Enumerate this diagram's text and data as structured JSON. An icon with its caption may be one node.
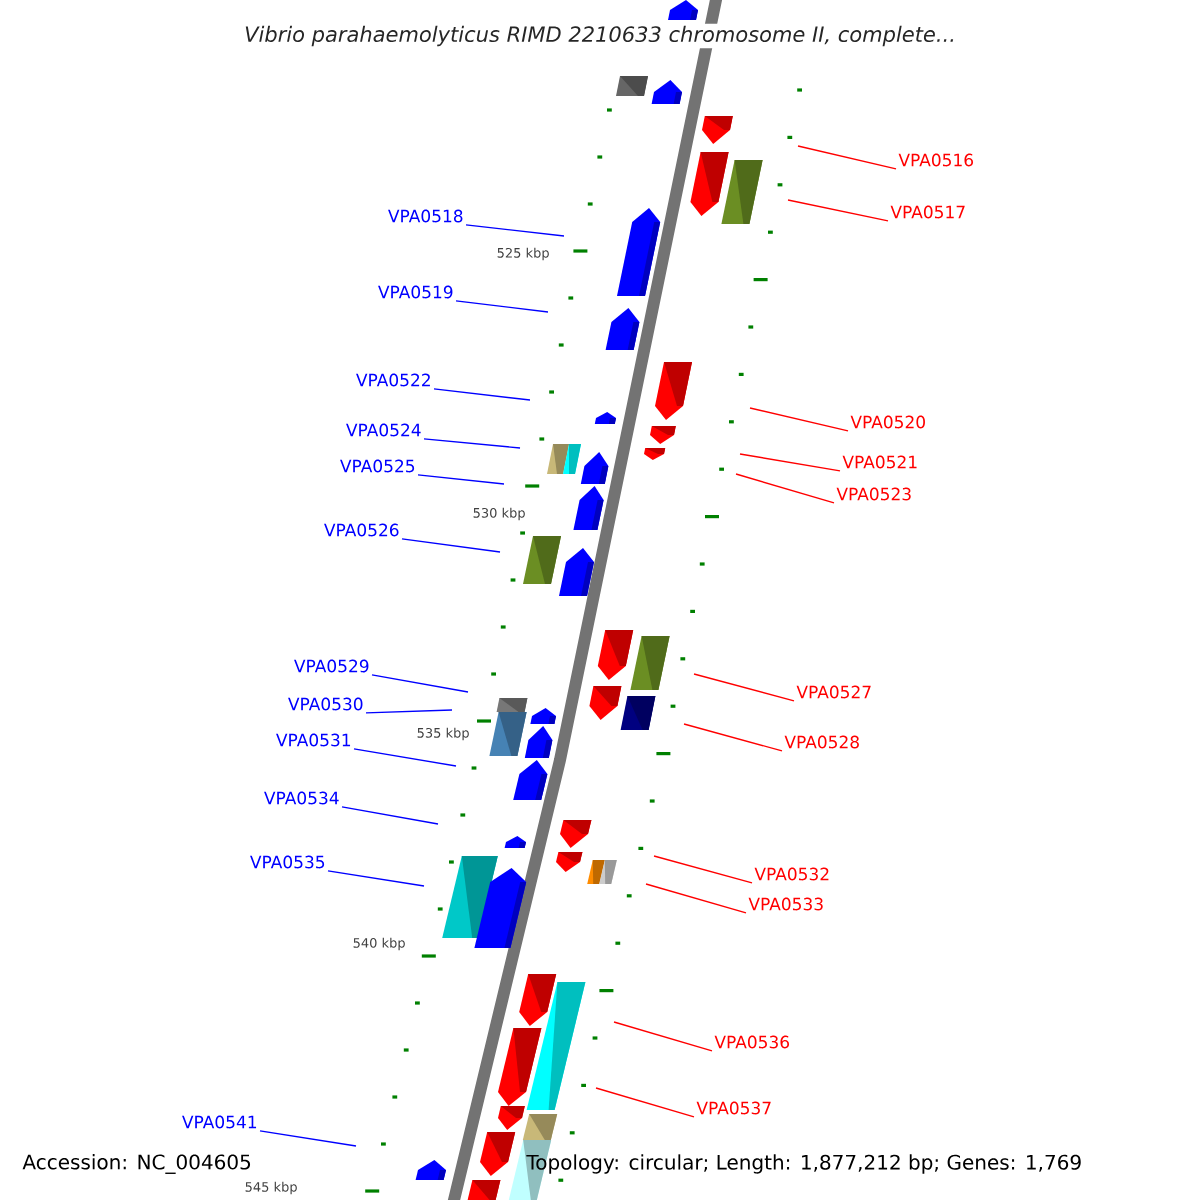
{
  "diagram": {
    "title": "Vibrio parahaemolyticus RIMD 2210633 chromosome II, complete...",
    "nodes": [
      {
        "text": [
          "VPA0516"
        ]
      },
      {
        "text": [
          "VPA0517"
        ]
      },
      {
        "text": [
          "VPA0518"
        ]
      },
      {
        "text": [
          "VPA0519"
        ]
      },
      {
        "text": [
          "VPA0522"
        ]
      },
      {
        "text": [
          "VPA0520"
        ]
      },
      {
        "text": [
          "VPA0524"
        ]
      },
      {
        "text": [
          "VPA0521"
        ]
      },
      {
        "text": [
          "VPA0525"
        ]
      },
      {
        "text": [
          "VPA0523"
        ]
      },
      {
        "text": [
          "VPA0526"
        ]
      },
      {
        "text": [
          "VPA0529"
        ]
      },
      {
        "text": [
          "VPA0527"
        ]
      },
      {
        "text": [
          "VPA0530"
        ]
      },
      {
        "text": [
          "VPA0531"
        ]
      },
      {
        "text": [
          "VPA0528"
        ]
      },
      {
        "text": [
          "VPA0534"
        ]
      },
      {
        "text": [
          "VPA0535"
        ]
      },
      {
        "text": [
          "VPA0532"
        ]
      },
      {
        "text": [
          "VPA0533"
        ]
      },
      {
        "text": [
          "VPA0536"
        ]
      },
      {
        "text": [
          "VPA0537"
        ]
      },
      {
        "text": [
          "VPA0541"
        ]
      }
    ],
    "edges": [
      {
        "from": 0,
        "to": null,
        "arrow": "none",
        "color": "#ff0000"
      },
      {
        "from": 1,
        "to": null,
        "arrow": "none",
        "color": "#ff0000"
      },
      {
        "from": 2,
        "to": null,
        "arrow": "none",
        "color": "#0000ff"
      },
      {
        "from": 3,
        "to": null,
        "arrow": "none",
        "color": "#0000ff"
      },
      {
        "from": 4,
        "to": null,
        "arrow": "none",
        "color": "#0000ff"
      },
      {
        "from": 5,
        "to": null,
        "arrow": "none",
        "color": "#ff0000"
      },
      {
        "from": 6,
        "to": null,
        "arrow": "none",
        "color": "#0000ff"
      },
      {
        "from": 7,
        "to": null,
        "arrow": "none",
        "color": "#ff0000"
      },
      {
        "from": 8,
        "to": null,
        "arrow": "none",
        "color": "#0000ff"
      },
      {
        "from": 9,
        "to": null,
        "arrow": "none",
        "color": "#ff0000"
      },
      {
        "from": 10,
        "to": null,
        "arrow": "none",
        "color": "#0000ff"
      },
      {
        "from": 11,
        "to": null,
        "arrow": "none",
        "color": "#0000ff"
      },
      {
        "from": 12,
        "to": null,
        "arrow": "none",
        "color": "#ff0000"
      },
      {
        "from": 13,
        "to": null,
        "arrow": "none",
        "color": "#0000ff"
      },
      {
        "from": 14,
        "to": null,
        "arrow": "none",
        "color": "#0000ff"
      },
      {
        "from": 15,
        "to": null,
        "arrow": "none",
        "color": "#ff0000"
      },
      {
        "from": 16,
        "to": null,
        "arrow": "none",
        "color": "#0000ff"
      },
      {
        "from": 17,
        "to": null,
        "arrow": "none",
        "color": "#0000ff"
      },
      {
        "from": 18,
        "to": null,
        "arrow": "none",
        "color": "#ff0000"
      },
      {
        "from": 19,
        "to": null,
        "arrow": "none",
        "color": "#ff0000"
      },
      {
        "from": 20,
        "to": null,
        "arrow": "none",
        "color": "#ff0000"
      },
      {
        "from": 21,
        "to": null,
        "arrow": "none",
        "color": "#ff0000"
      },
      {
        "from": 22,
        "to": null,
        "arrow": "none",
        "color": "#0000ff"
      }
    ],
    "labels": [
      "525 kbp",
      "530 kbp",
      "535 kbp",
      "540 kbp",
      "545 kbp",
      "Accession: NC_004605",
      "Topology: circular; Length: 1,877,212 bp; Genes: 1,769"
    ]
  }
}
